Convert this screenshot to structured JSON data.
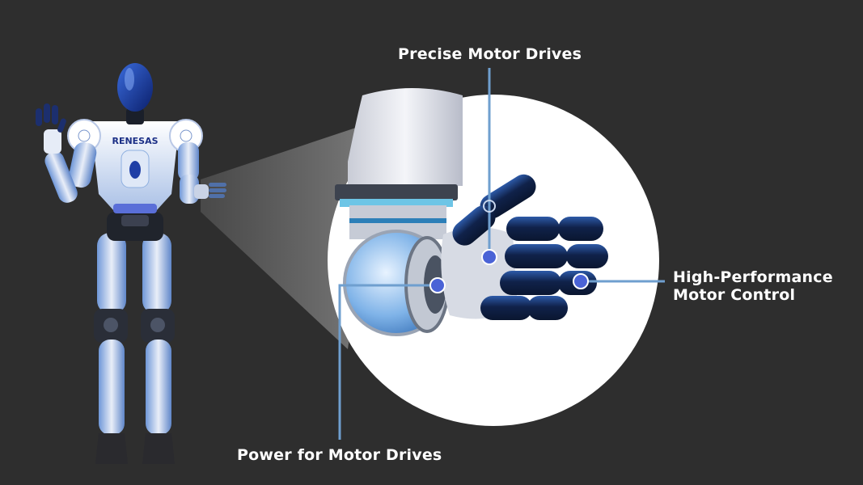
{
  "brand": {
    "logo_text": "RENESAS"
  },
  "callouts": {
    "precise_motor_drives": "Precise Motor Drives",
    "power_for_motor_drives": "Power for Motor Drives",
    "high_performance_line1": "High-Performance",
    "high_performance_line2": "Motor Control"
  },
  "colors": {
    "background": "#2e2e2e",
    "leader_line": "#6f9fcf",
    "marker": "#4a63d6",
    "robot_blue": "#1f3fa6",
    "finger_navy": "#12284f",
    "text": "#ffffff"
  }
}
